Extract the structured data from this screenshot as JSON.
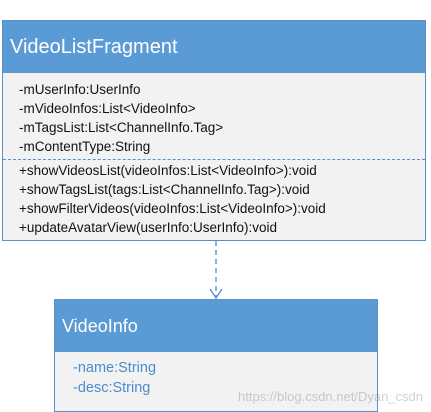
{
  "main_class": {
    "name": "VideoListFragment",
    "attributes": [
      "-mUserInfo:UserInfo",
      "-mVideoInfos:List<VideoInfo>",
      "-mTagsList:List<ChannelInfo.Tag>",
      "-mContentType:String"
    ],
    "operations": [
      "+showVideosList(videoInfos:List<VideoInfo>):void",
      "+showTagsList(tags:List<ChannelInfo.Tag>):void",
      "+showFilterVideos(videoInfos:List<VideoInfo>):void",
      "+updateAvatarView(userInfo:UserInfo):void"
    ]
  },
  "dependency_class": {
    "name": "VideoInfo",
    "attributes": [
      "-name:String",
      "-desc:String"
    ]
  },
  "watermark": "https://blog.csdn.net/Dyan_csdn",
  "colors": {
    "header": "#5b9bd5",
    "body": "#f2f2f2",
    "border": "#5b8fc9",
    "dependency_attr_text": "#4a8ccf"
  }
}
